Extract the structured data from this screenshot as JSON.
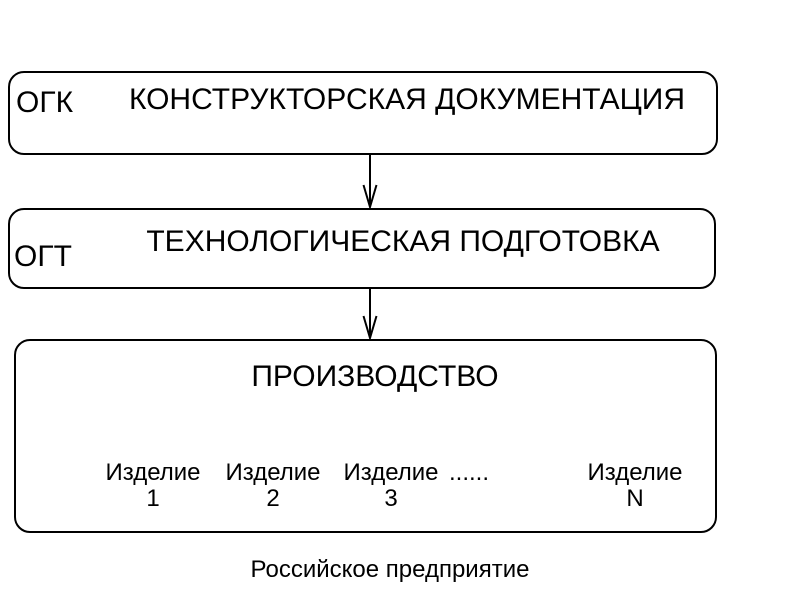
{
  "diagram": {
    "colors": {
      "line": "#000000",
      "background": "#ffffff"
    },
    "box1": {
      "label": "ОГК",
      "title": "КОНСТРУКТОРСКАЯ ДОКУМЕНТАЦИЯ"
    },
    "box2": {
      "label": "ОГТ",
      "title": "ТЕХНОЛОГИЧЕСКАЯ ПОДГОТОВКА"
    },
    "box3": {
      "title": "ПРОИЗВОДСТВО",
      "items": [
        {
          "name": "Изделие",
          "number": "1"
        },
        {
          "name": "Изделие",
          "number": "2"
        },
        {
          "name": "Изделие",
          "number": "3"
        },
        {
          "name": "Изделие",
          "number": "N"
        }
      ],
      "ellipsis": "......"
    },
    "caption": "Российское предприятие"
  }
}
